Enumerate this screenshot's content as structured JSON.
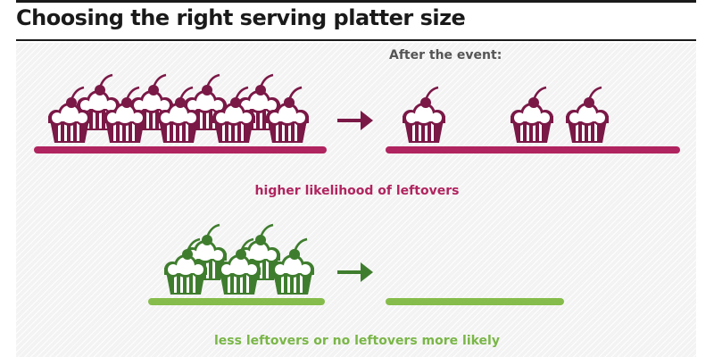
{
  "title": "Choosing the right serving platter size",
  "after_label": "After the event:",
  "caption_high": "higher likelihood of leftovers",
  "caption_low": "less leftovers or no leftovers more likely",
  "colors": {
    "large_platter": "#b0245f",
    "large_cupcake": "#7a1846",
    "small_platter": "#86bc4b",
    "small_cupcake": "#3f7d2e",
    "arrow_large": "#7a1846",
    "arrow_small": "#3f7d2e",
    "frosting": "#ffffff"
  },
  "scenarios": [
    {
      "name": "large-platter",
      "cupcakes_before": 10,
      "cupcakes_after": 3
    },
    {
      "name": "small-platter",
      "cupcakes_before": 6,
      "cupcakes_after": 0
    }
  ]
}
